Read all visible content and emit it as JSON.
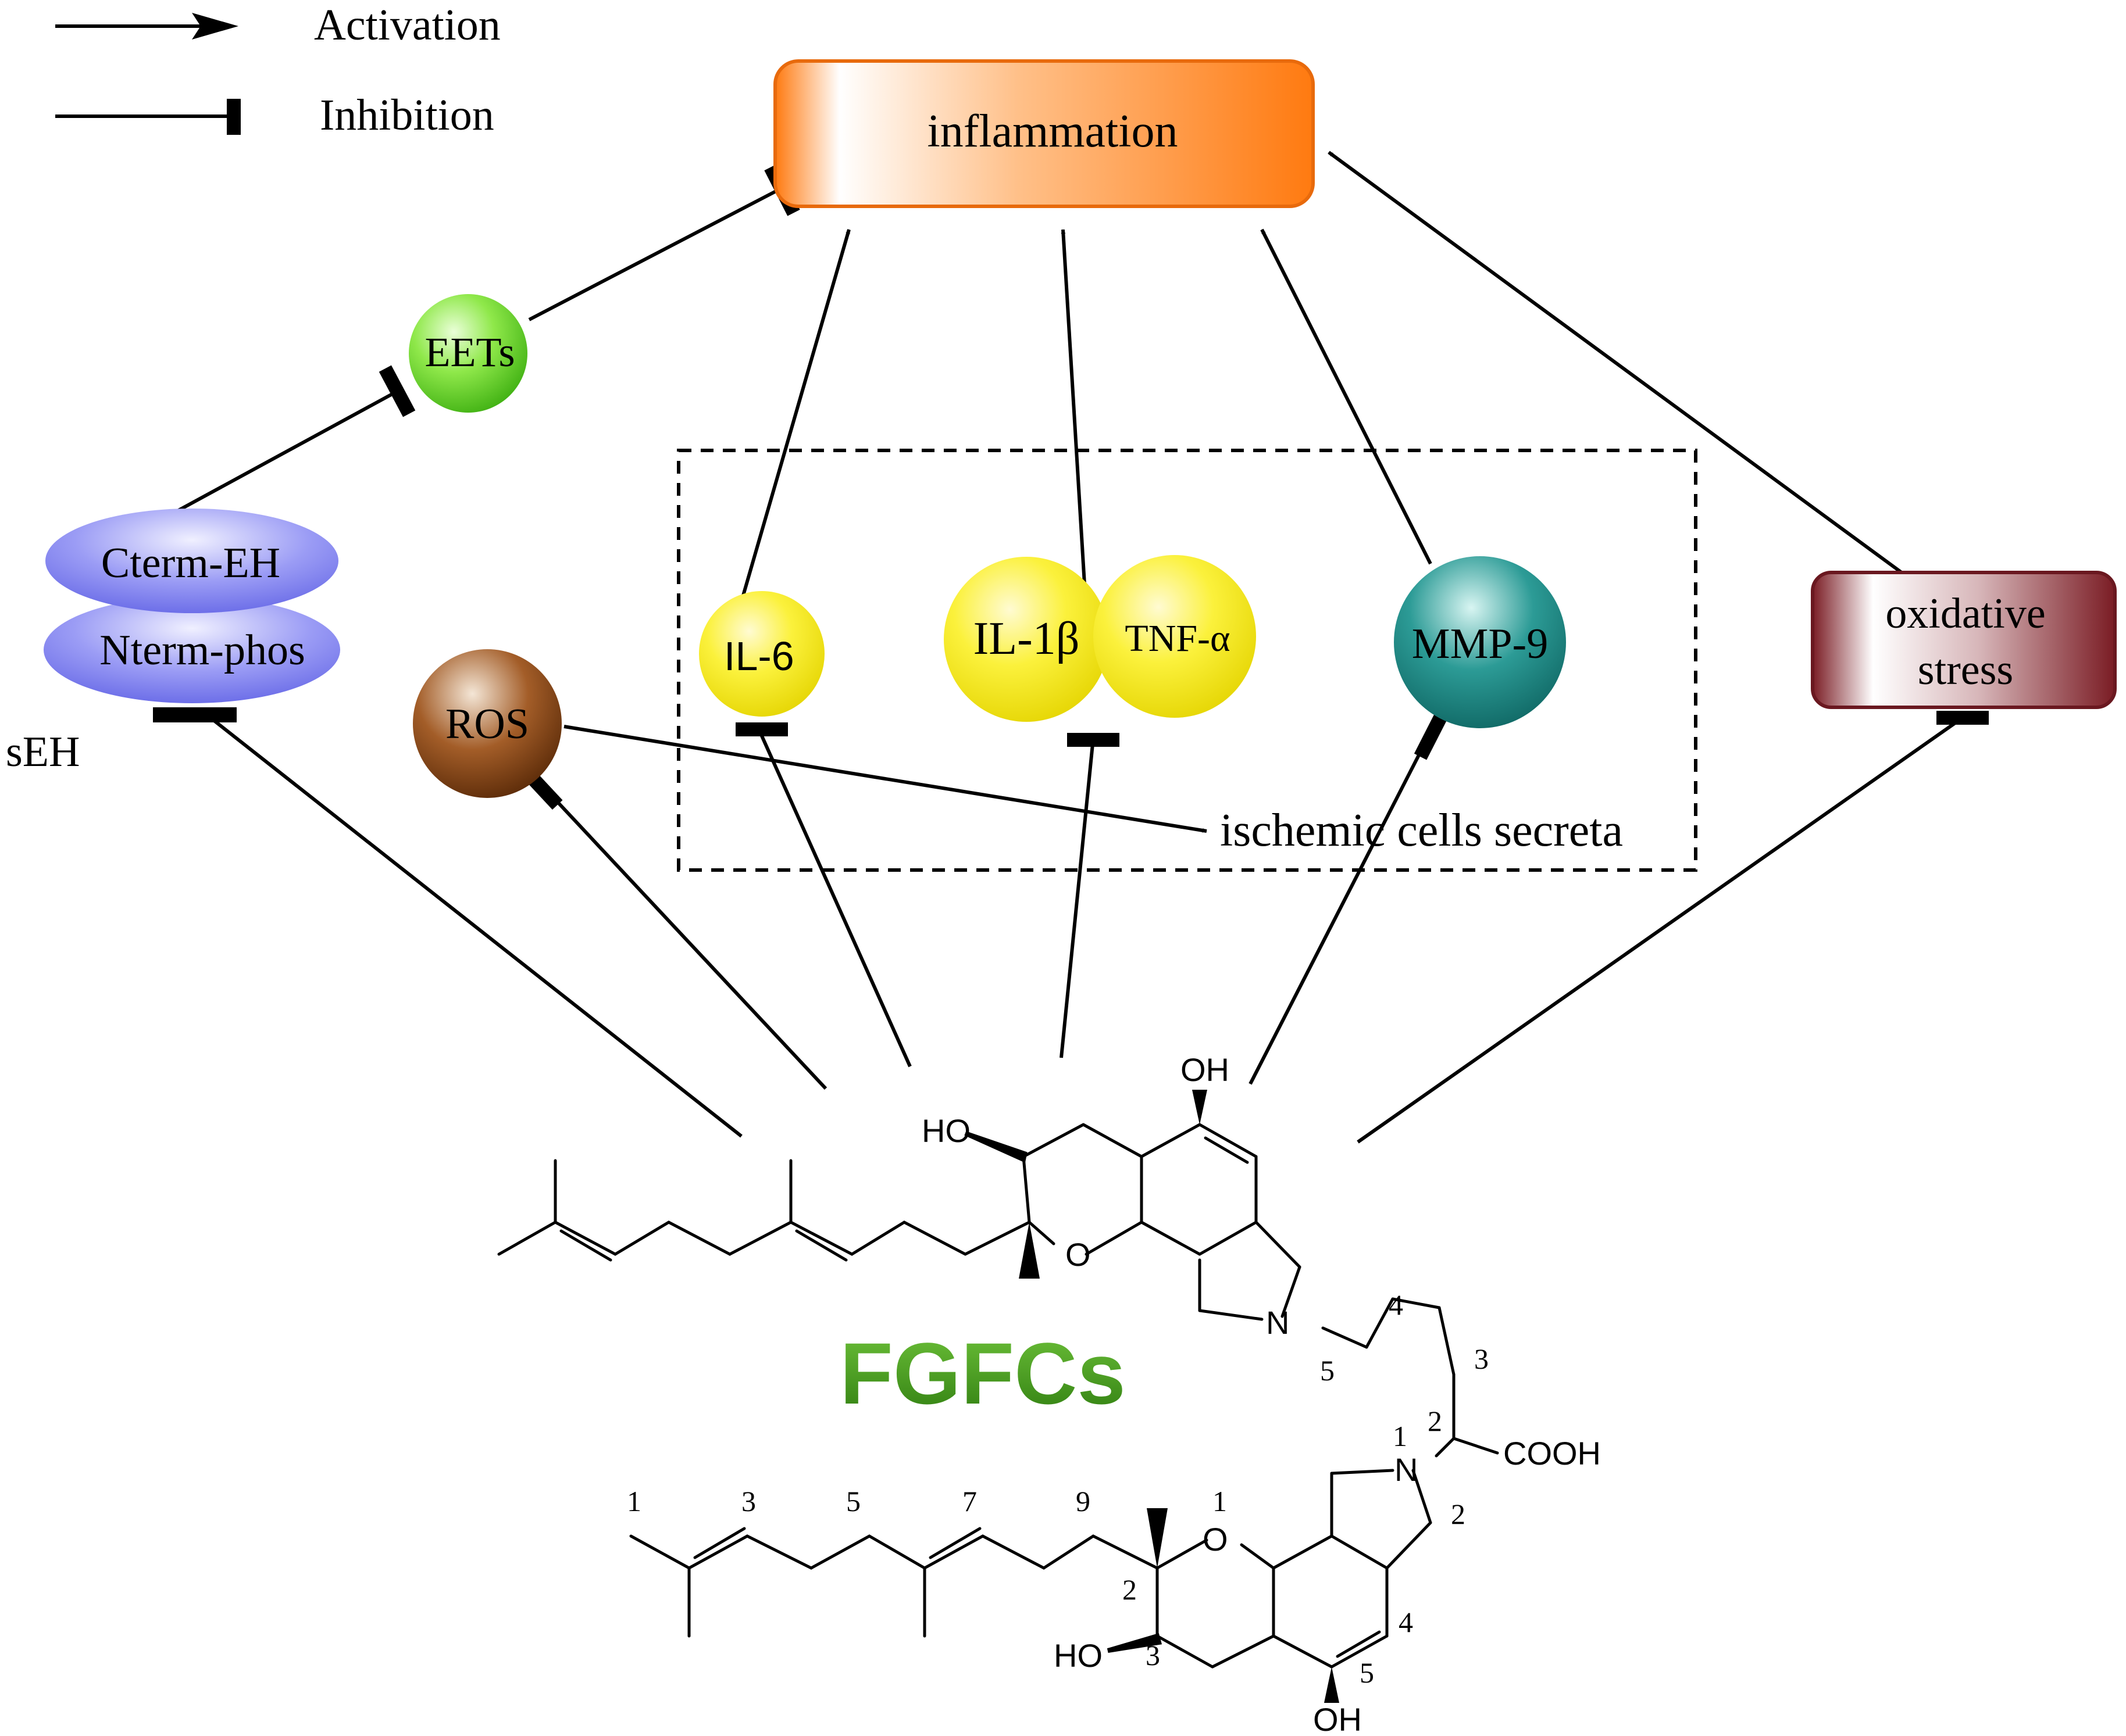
{
  "legend": {
    "activation_label": "Activation",
    "inhibition_label": "Inhibition"
  },
  "nodes": {
    "inflammation": "inflammation",
    "eets": "EETs",
    "cterm_eh": "Cterm-EH",
    "nterm_phos": "Nterm-phos",
    "seh": "sEH",
    "ros": "ROS",
    "il6": "IL-6",
    "il1b": "IL-1β",
    "tnfa": "TNF-α",
    "mmp9": "MMP-9",
    "oxidative_line1": "oxidative",
    "oxidative_line2": "stress",
    "ischemic": "ischemic cells secreta"
  },
  "compound": {
    "name": "FGFCs",
    "upper": {
      "oh_top": "OH",
      "ho_left": "HO",
      "o_ring": "O",
      "n_ring": "N",
      "chain_4": "4",
      "chain_3": "3",
      "chain_5": "5",
      "chain_2": "2",
      "chain_1": "1",
      "cooh": "COOH"
    },
    "lower": {
      "n_ring": "N",
      "o_ring": "O",
      "num_1": "1",
      "num_3": "3",
      "num_5": "5",
      "num_7": "7",
      "num_9": "9",
      "num_ring_1": "1",
      "num_ring_2": "2",
      "num_c2": "2",
      "num_c3": "3",
      "num_4": "4",
      "num_5b": "5",
      "ho": "HO",
      "oh_bottom": "OH"
    }
  },
  "colors": {
    "inflammation": "#ff7f1e",
    "eets": "#66dd22",
    "seh": "#7a7cf0",
    "ros": "#7a3f12",
    "cytokine": "#f8ee12",
    "mmp9": "#117c78",
    "oxidative": "#8a2a32",
    "fgfcs": "#4a9a1e"
  }
}
